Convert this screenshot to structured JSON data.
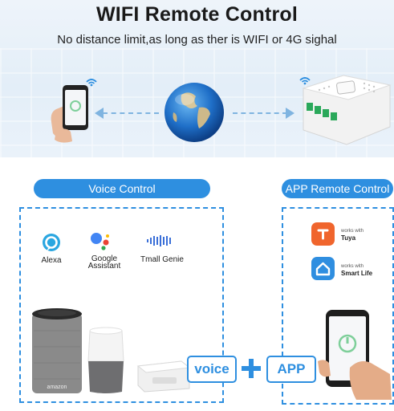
{
  "header": {
    "title": "WIFI Remote Control",
    "subtitle": "No distance limit,as long as ther is WIFI or 4G sighal"
  },
  "voice_section": {
    "title": "Voice Control",
    "assistants": [
      {
        "name": "Alexa",
        "icon": "alexa-icon"
      },
      {
        "name_line1": "Google",
        "name_line2": "Assistant",
        "icon": "google-assistant-icon"
      },
      {
        "name": "Tmall Genie",
        "icon": "tmall-genie-icon"
      }
    ],
    "speaker_brand": "amazon",
    "voice_tag": "voice",
    "app_tag": "APP"
  },
  "app_section": {
    "title": "APP Remote Control",
    "apps": [
      {
        "works_with": "works with",
        "name": "Tuya",
        "icon": "tuya-icon"
      },
      {
        "works_with": "works with",
        "name": "Smart Life",
        "icon": "smart-life-icon"
      }
    ]
  },
  "colors": {
    "accent": "#2e8fe0",
    "tuya_orange": "#f0652d",
    "smart_life_blue": "#2f8ee0"
  }
}
